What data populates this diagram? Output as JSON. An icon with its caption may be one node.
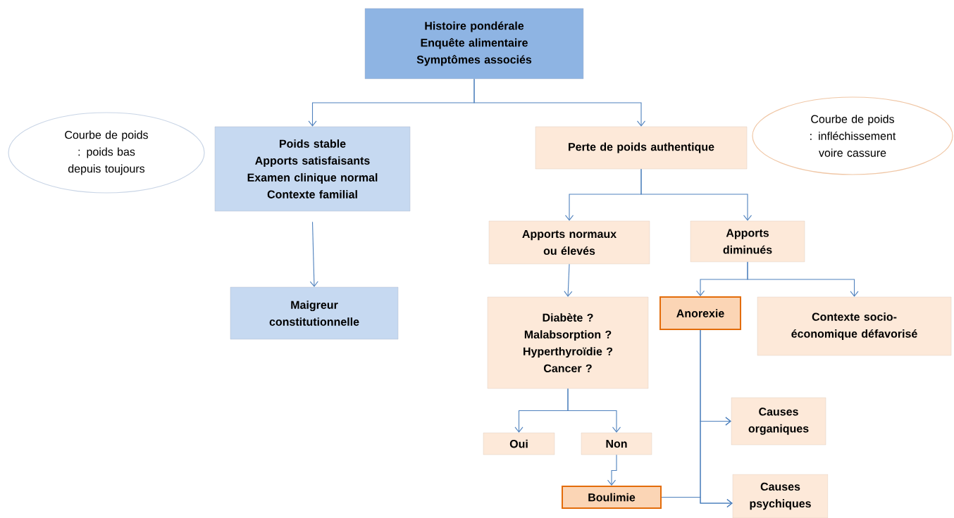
{
  "diagram": {
    "nodes": [
      {
        "text": [
          "Histoire pondérale",
          "Enquête alimentaire",
          "Symptômes associés"
        ]
      },
      {
        "text": [
          "Courbe de poids : poids bas depuis toujours"
        ]
      },
      {
        "text": [
          "Poids stable",
          "Apports satisfaisants",
          "Examen clinique normal",
          "Contexte familial"
        ]
      },
      {
        "text": [
          "Perte de poids authentique"
        ]
      },
      {
        "text": [
          "Courbe de poids : infléchissement voire cassure"
        ]
      },
      {
        "text": [
          "Maigreur constitutionnelle"
        ]
      },
      {
        "text": [
          "Apports normaux ou élevés"
        ]
      },
      {
        "text": [
          "Apports diminués"
        ]
      },
      {
        "text": [
          "Diabète ?",
          "Malabsorption ?",
          "Hyperthyroïdie ?",
          "Cancer ?"
        ]
      },
      {
        "text": [
          "Anorexie"
        ]
      },
      {
        "text": [
          "Contexte socio-économique défavorisé"
        ]
      },
      {
        "text": [
          "Oui"
        ]
      },
      {
        "text": [
          "Non"
        ]
      },
      {
        "text": [
          "Causes organiques"
        ]
      },
      {
        "text": [
          "Boulimie"
        ]
      },
      {
        "text": [
          "Causes psychiques"
        ]
      }
    ],
    "edges": [
      {
        "from": 0,
        "to": 2,
        "arrow": "to"
      },
      {
        "from": 0,
        "to": 3,
        "arrow": "to"
      },
      {
        "from": 2,
        "to": 5,
        "arrow": "to"
      },
      {
        "from": 3,
        "to": 6,
        "arrow": "to"
      },
      {
        "from": 3,
        "to": 7,
        "arrow": "to"
      },
      {
        "from": 6,
        "to": 8,
        "arrow": "to"
      },
      {
        "from": 7,
        "to": 9,
        "arrow": "to"
      },
      {
        "from": 7,
        "to": 10,
        "arrow": "to"
      },
      {
        "from": 8,
        "to": 11,
        "arrow": "to"
      },
      {
        "from": 8,
        "to": 12,
        "arrow": "to"
      },
      {
        "from": 12,
        "to": 14,
        "arrow": "to"
      },
      {
        "from": 9,
        "to": 13,
        "arrow": "to"
      },
      {
        "from": 9,
        "to": 15,
        "arrow": "to"
      },
      {
        "from": 14,
        "to": 13,
        "arrow": "to"
      },
      {
        "from": 14,
        "to": 15,
        "arrow": "to"
      }
    ]
  }
}
